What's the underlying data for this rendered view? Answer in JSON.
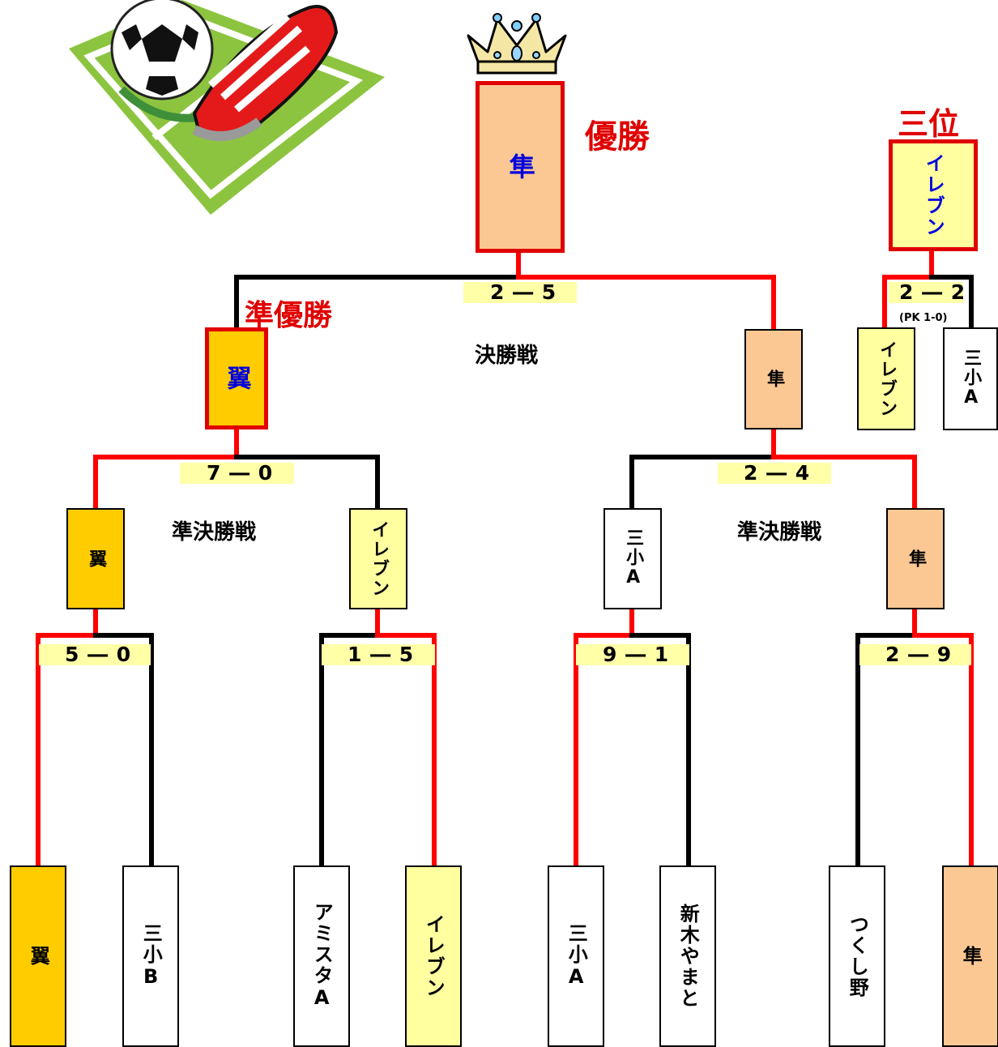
{
  "labels": {
    "champion": "優勝",
    "runner_up": "準優勝",
    "third": "三位"
  },
  "rounds": {
    "final": "決勝戦",
    "semi_left": "準決勝戦",
    "semi_right": "準決勝戦"
  },
  "teams": {
    "r1": [
      "翼",
      "三小B",
      "アミスタA",
      "イレブン",
      "三小A",
      "新木やまと",
      "つくし野",
      "隼"
    ],
    "semi": [
      "翼",
      "イレブン",
      "三小A",
      "隼"
    ],
    "final": [
      "翼",
      "隼"
    ],
    "champion": "隼",
    "third_match": [
      "イレブン",
      "三小A"
    ],
    "third_winner": "イレブン"
  },
  "scores": {
    "r1": [
      "5 ― 0",
      "1 ― 5",
      "9 ― 1",
      "2 ― 9"
    ],
    "semi": [
      "7 ― 0",
      "2 ― 4"
    ],
    "final": "2 ― 5",
    "third": "2 ― 2",
    "third_pk": "(PK 1-0)"
  },
  "colors": {
    "win_line": "#ff0000",
    "lose_line": "#000000",
    "orange": "#fbc894",
    "yellow": "#ffffa0",
    "gold": "#ffcc00"
  },
  "art": [
    "soccer-ball-and-shoe-clipart",
    "crown-icon"
  ]
}
